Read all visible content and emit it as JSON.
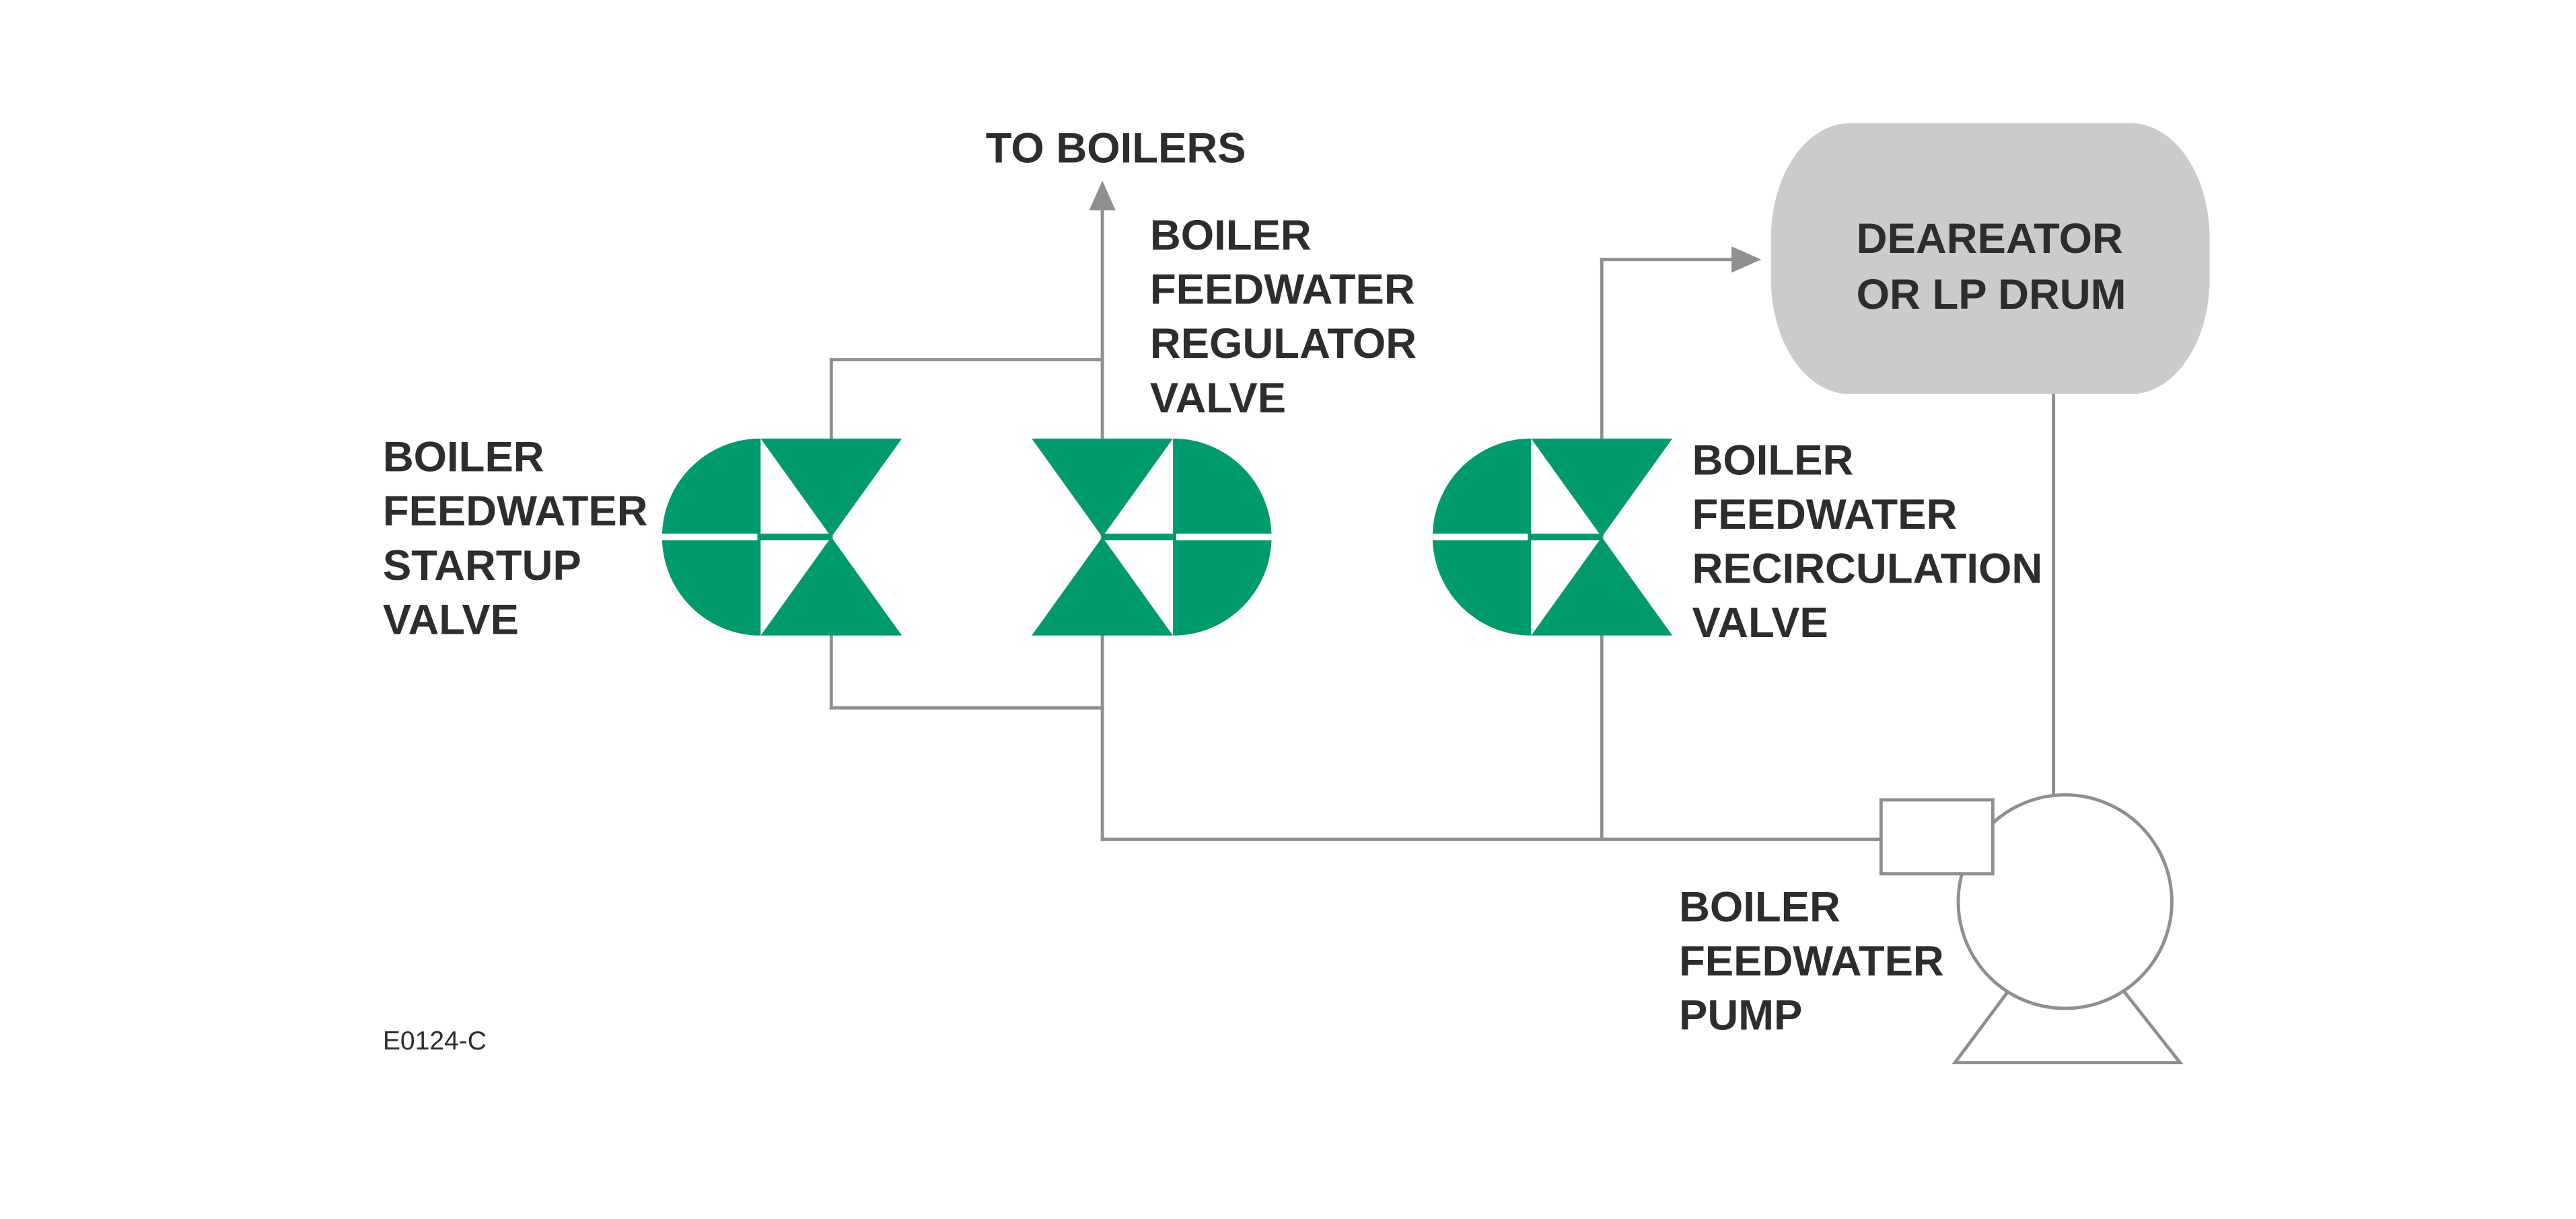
{
  "colors": {
    "valve_green": "#009a6c",
    "drum_fill": "#cbcbcb",
    "pipe_gray": "#8f8f8f",
    "text_dark": "#2e2d2c",
    "background": "#ffffff"
  },
  "labels": {
    "to_boilers": "TO BOILERS",
    "startup_valve": "BOILER\nFEEDWATER\nSTARTUP\nVALVE",
    "regulator_valve": "BOILER\nFEEDWATER\nREGULATOR\nVALVE",
    "recirculation_valve": "BOILER\nFEEDWATER\nRECIRCULATION\nVALVE",
    "deaerator_drum": "DEAREATOR\nOR LP DRUM",
    "pump": "BOILER\nFEEDWATER\nPUMP",
    "drawing_number": "E0124-C"
  },
  "icons": {
    "control_valve": "green hourglass valve body with semicircular actuator dome",
    "pump": "circle with inlet box and trapezoid base, gray outline",
    "flow_arrow_up": "gray triangle pointing up",
    "flow_arrow_right": "gray triangle pointing right"
  }
}
